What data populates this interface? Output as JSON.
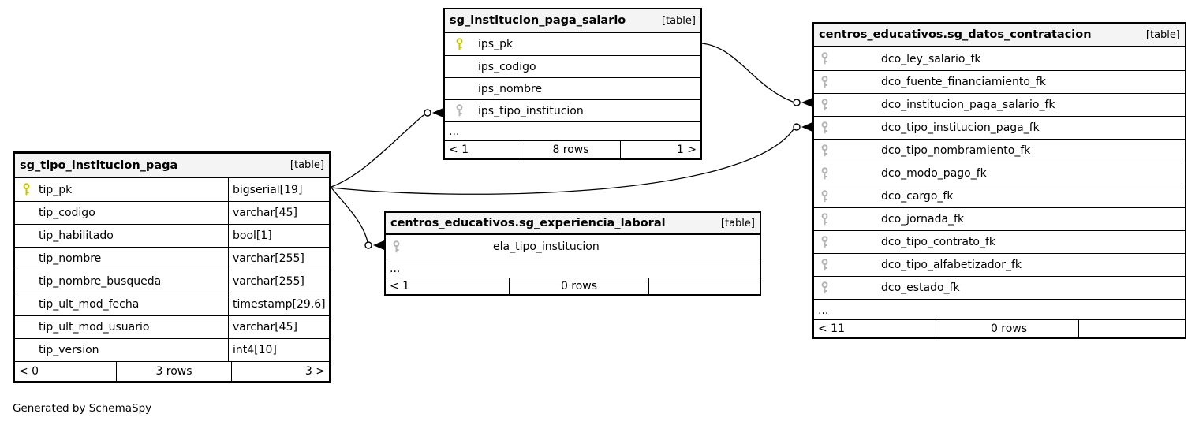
{
  "credit": "Generated by SchemaSpy",
  "colors": {
    "pk_key": "#c6c600",
    "fk_key": "#b4b4b4",
    "header_bg": "#f4f4f4",
    "border": "#000000",
    "edge": "#000000"
  },
  "tables": {
    "tip": {
      "title": "sg_tipo_institucion_paga",
      "tag": "[table]",
      "columns": [
        {
          "name": "tip_pk",
          "type": "bigserial[19]",
          "key": "primary"
        },
        {
          "name": "tip_codigo",
          "type": "varchar[45]"
        },
        {
          "name": "tip_habilitado",
          "type": "bool[1]"
        },
        {
          "name": "tip_nombre",
          "type": "varchar[255]"
        },
        {
          "name": "tip_nombre_busqueda",
          "type": "varchar[255]"
        },
        {
          "name": "tip_ult_mod_fecha",
          "type": "timestamp[29,6]"
        },
        {
          "name": "tip_ult_mod_usuario",
          "type": "varchar[45]"
        },
        {
          "name": "tip_version",
          "type": "int4[10]"
        }
      ],
      "footer": {
        "left": "< 0",
        "center": "3 rows",
        "right": "3 >"
      }
    },
    "ips": {
      "title": "sg_institucion_paga_salario",
      "tag": "[table]",
      "columns": [
        {
          "name": "ips_pk",
          "key": "primary"
        },
        {
          "name": "ips_codigo"
        },
        {
          "name": "ips_nombre"
        },
        {
          "name": "ips_tipo_institucion",
          "key": "foreign"
        }
      ],
      "ellipsis": "...",
      "footer": {
        "left": "< 1",
        "center": "8 rows",
        "right": "1 >"
      }
    },
    "ela": {
      "title": "centros_educativos.sg_experiencia_laboral",
      "tag": "[table]",
      "columns": [
        {
          "name": "ela_tipo_institucion",
          "key": "foreign"
        }
      ],
      "ellipsis": "...",
      "footer": {
        "left": "< 1",
        "center": "0 rows",
        "right": ""
      }
    },
    "dco": {
      "title": "centros_educativos.sg_datos_contratacion",
      "tag": "[table]",
      "columns": [
        {
          "name": "dco_ley_salario_fk",
          "key": "foreign"
        },
        {
          "name": "dco_fuente_financiamiento_fk",
          "key": "foreign"
        },
        {
          "name": "dco_institucion_paga_salario_fk",
          "key": "foreign"
        },
        {
          "name": "dco_tipo_institucion_paga_fk",
          "key": "foreign"
        },
        {
          "name": "dco_tipo_nombramiento_fk",
          "key": "foreign"
        },
        {
          "name": "dco_modo_pago_fk",
          "key": "foreign"
        },
        {
          "name": "dco_cargo_fk",
          "key": "foreign"
        },
        {
          "name": "dco_jornada_fk",
          "key": "foreign"
        },
        {
          "name": "dco_tipo_contrato_fk",
          "key": "foreign"
        },
        {
          "name": "dco_tipo_alfabetizador_fk",
          "key": "foreign"
        },
        {
          "name": "dco_estado_fk",
          "key": "foreign"
        }
      ],
      "ellipsis": "...",
      "footer": {
        "left": "< 11",
        "center": "0 rows",
        "right": ""
      }
    }
  },
  "relationships": [
    {
      "from": "sg_institucion_paga_salario.ips_pk",
      "to": "centros_educativos.sg_datos_contratacion.dco_institucion_paga_salario_fk"
    },
    {
      "from": "sg_tipo_institucion_paga.tip_pk",
      "to": "sg_institucion_paga_salario.ips_tipo_institucion"
    },
    {
      "from": "sg_tipo_institucion_paga.tip_pk",
      "to": "centros_educativos.sg_datos_contratacion.dco_tipo_institucion_paga_fk"
    },
    {
      "from": "sg_tipo_institucion_paga.tip_pk",
      "to": "centros_educativos.sg_experiencia_laboral.ela_tipo_institucion"
    }
  ]
}
